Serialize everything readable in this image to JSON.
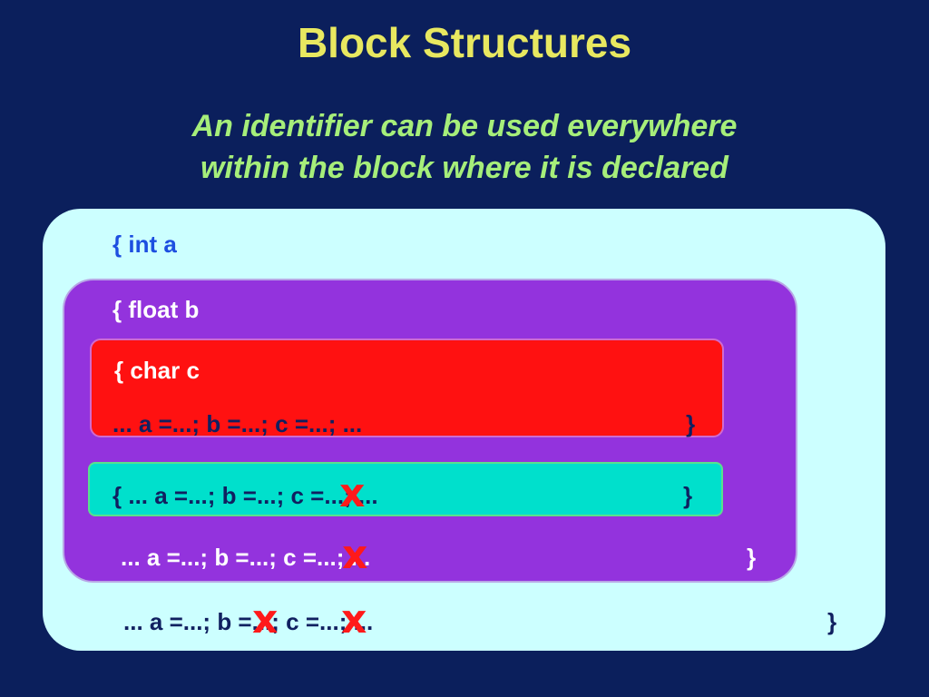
{
  "title": "Block Structures",
  "subtitle": {
    "line1": "An identifier can be used everywhere",
    "line2": "within the block where it is declared"
  },
  "blocks": {
    "outer_header": "{ int a",
    "middle_header": "{ float b",
    "red_header": "{ char c",
    "red_body": "... a =...; b =...; c =...; ...",
    "red_close": "}",
    "teal_body": "{ ... a =...; b =...; c =...; ...",
    "teal_close": "}",
    "middle_body": "... a =...; b =...; c =...; ...",
    "middle_close": "}",
    "outer_body": "... a =...; b =...; c =...; ...",
    "outer_close": "}"
  },
  "marks": {
    "cross": "x"
  },
  "colors": {
    "background": "#0b1f5c",
    "title": "#e8e860",
    "subtitle": "#a6ee7a",
    "outer_block": "#ccffff",
    "middle_block": "#9333dd",
    "red_block": "#ff1111",
    "teal_block": "#00e0cc",
    "cross": "#ff1a1a"
  }
}
